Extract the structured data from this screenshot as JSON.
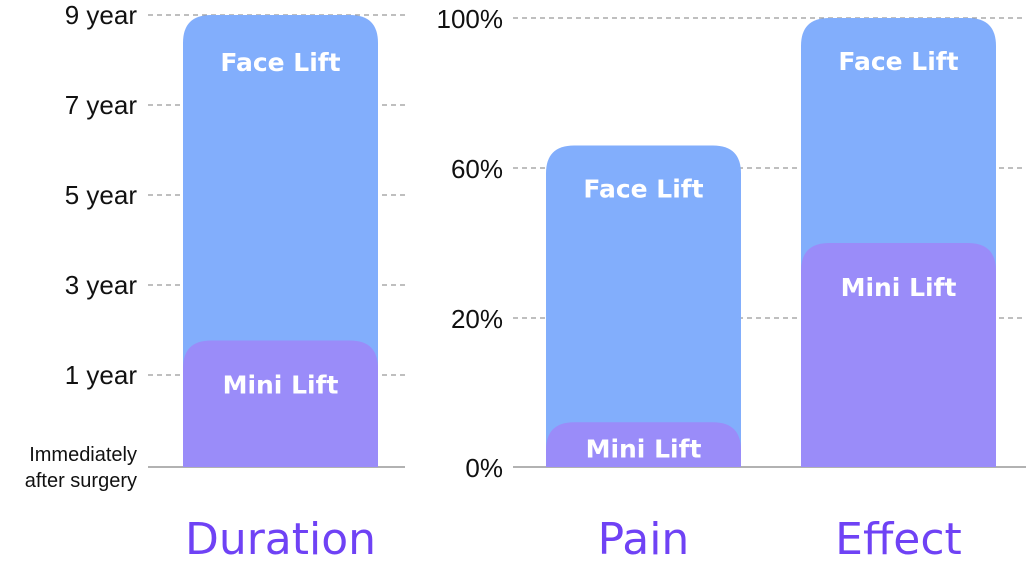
{
  "chart_data": [
    {
      "type": "bar",
      "categories": [
        "Duration"
      ],
      "y_ticks": [
        "Immediately after surgery",
        "1 year",
        "3 year",
        "5 year",
        "7 year",
        "9 year"
      ],
      "ylim": [
        0,
        10
      ],
      "series": [
        {
          "name": "Face Lift",
          "values": [
            10
          ]
        },
        {
          "name": "Mini Lift",
          "values": [
            2.8
          ]
        }
      ],
      "grid": true
    },
    {
      "type": "bar",
      "categories": [
        "Pain",
        "Effect"
      ],
      "y_ticks": [
        "0%",
        "20%",
        "60%",
        "100%"
      ],
      "ylim": [
        0,
        100
      ],
      "series": [
        {
          "name": "Face Lift",
          "values": [
            66,
            100
          ]
        },
        {
          "name": "Mini Lift",
          "values": [
            6,
            40
          ]
        }
      ],
      "grid": true
    }
  ],
  "colors": {
    "face_lift": "#82aefc",
    "mini_lift": "#9a8cf9",
    "title": "#6f42f5",
    "grid": "#999999",
    "axis": "#999999"
  }
}
